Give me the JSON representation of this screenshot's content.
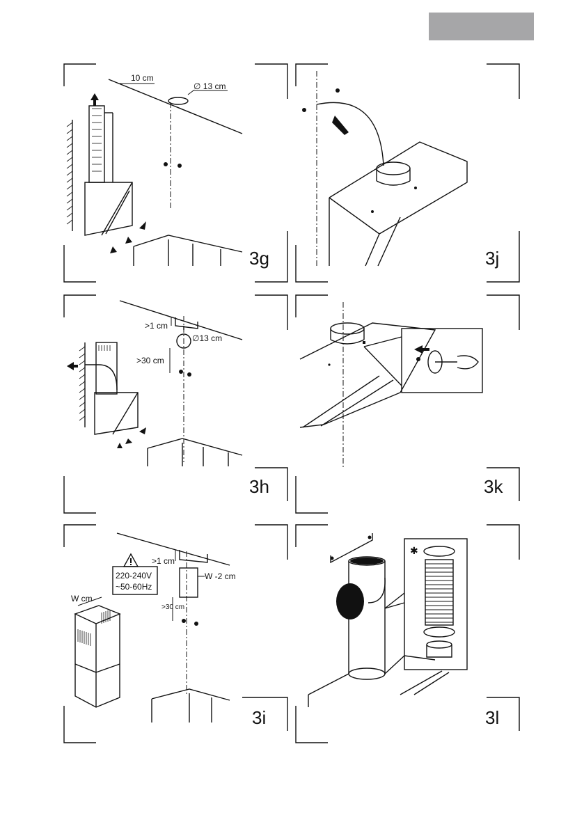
{
  "header_tab": {
    "color": "#a6a6a8"
  },
  "panels": {
    "g": {
      "label": "3g",
      "dim_offset": "10 cm",
      "dim_diameter": "∅ 13 cm"
    },
    "j": {
      "label": "3j"
    },
    "h": {
      "label": "3h",
      "dim_gap": ">1 cm",
      "dim_diameter": "∅13 cm",
      "dim_min": ">30 cm"
    },
    "k": {
      "label": "3k"
    },
    "i": {
      "label": "3i",
      "dim_width": "W cm",
      "dim_gap": ">1 cm",
      "dim_bracket": "W -2 cm",
      "dim_min": ">30 cm",
      "voltage": "220-240V",
      "frequency": "~50-60Hz"
    },
    "l": {
      "label": "3l",
      "marker": "✱"
    }
  }
}
